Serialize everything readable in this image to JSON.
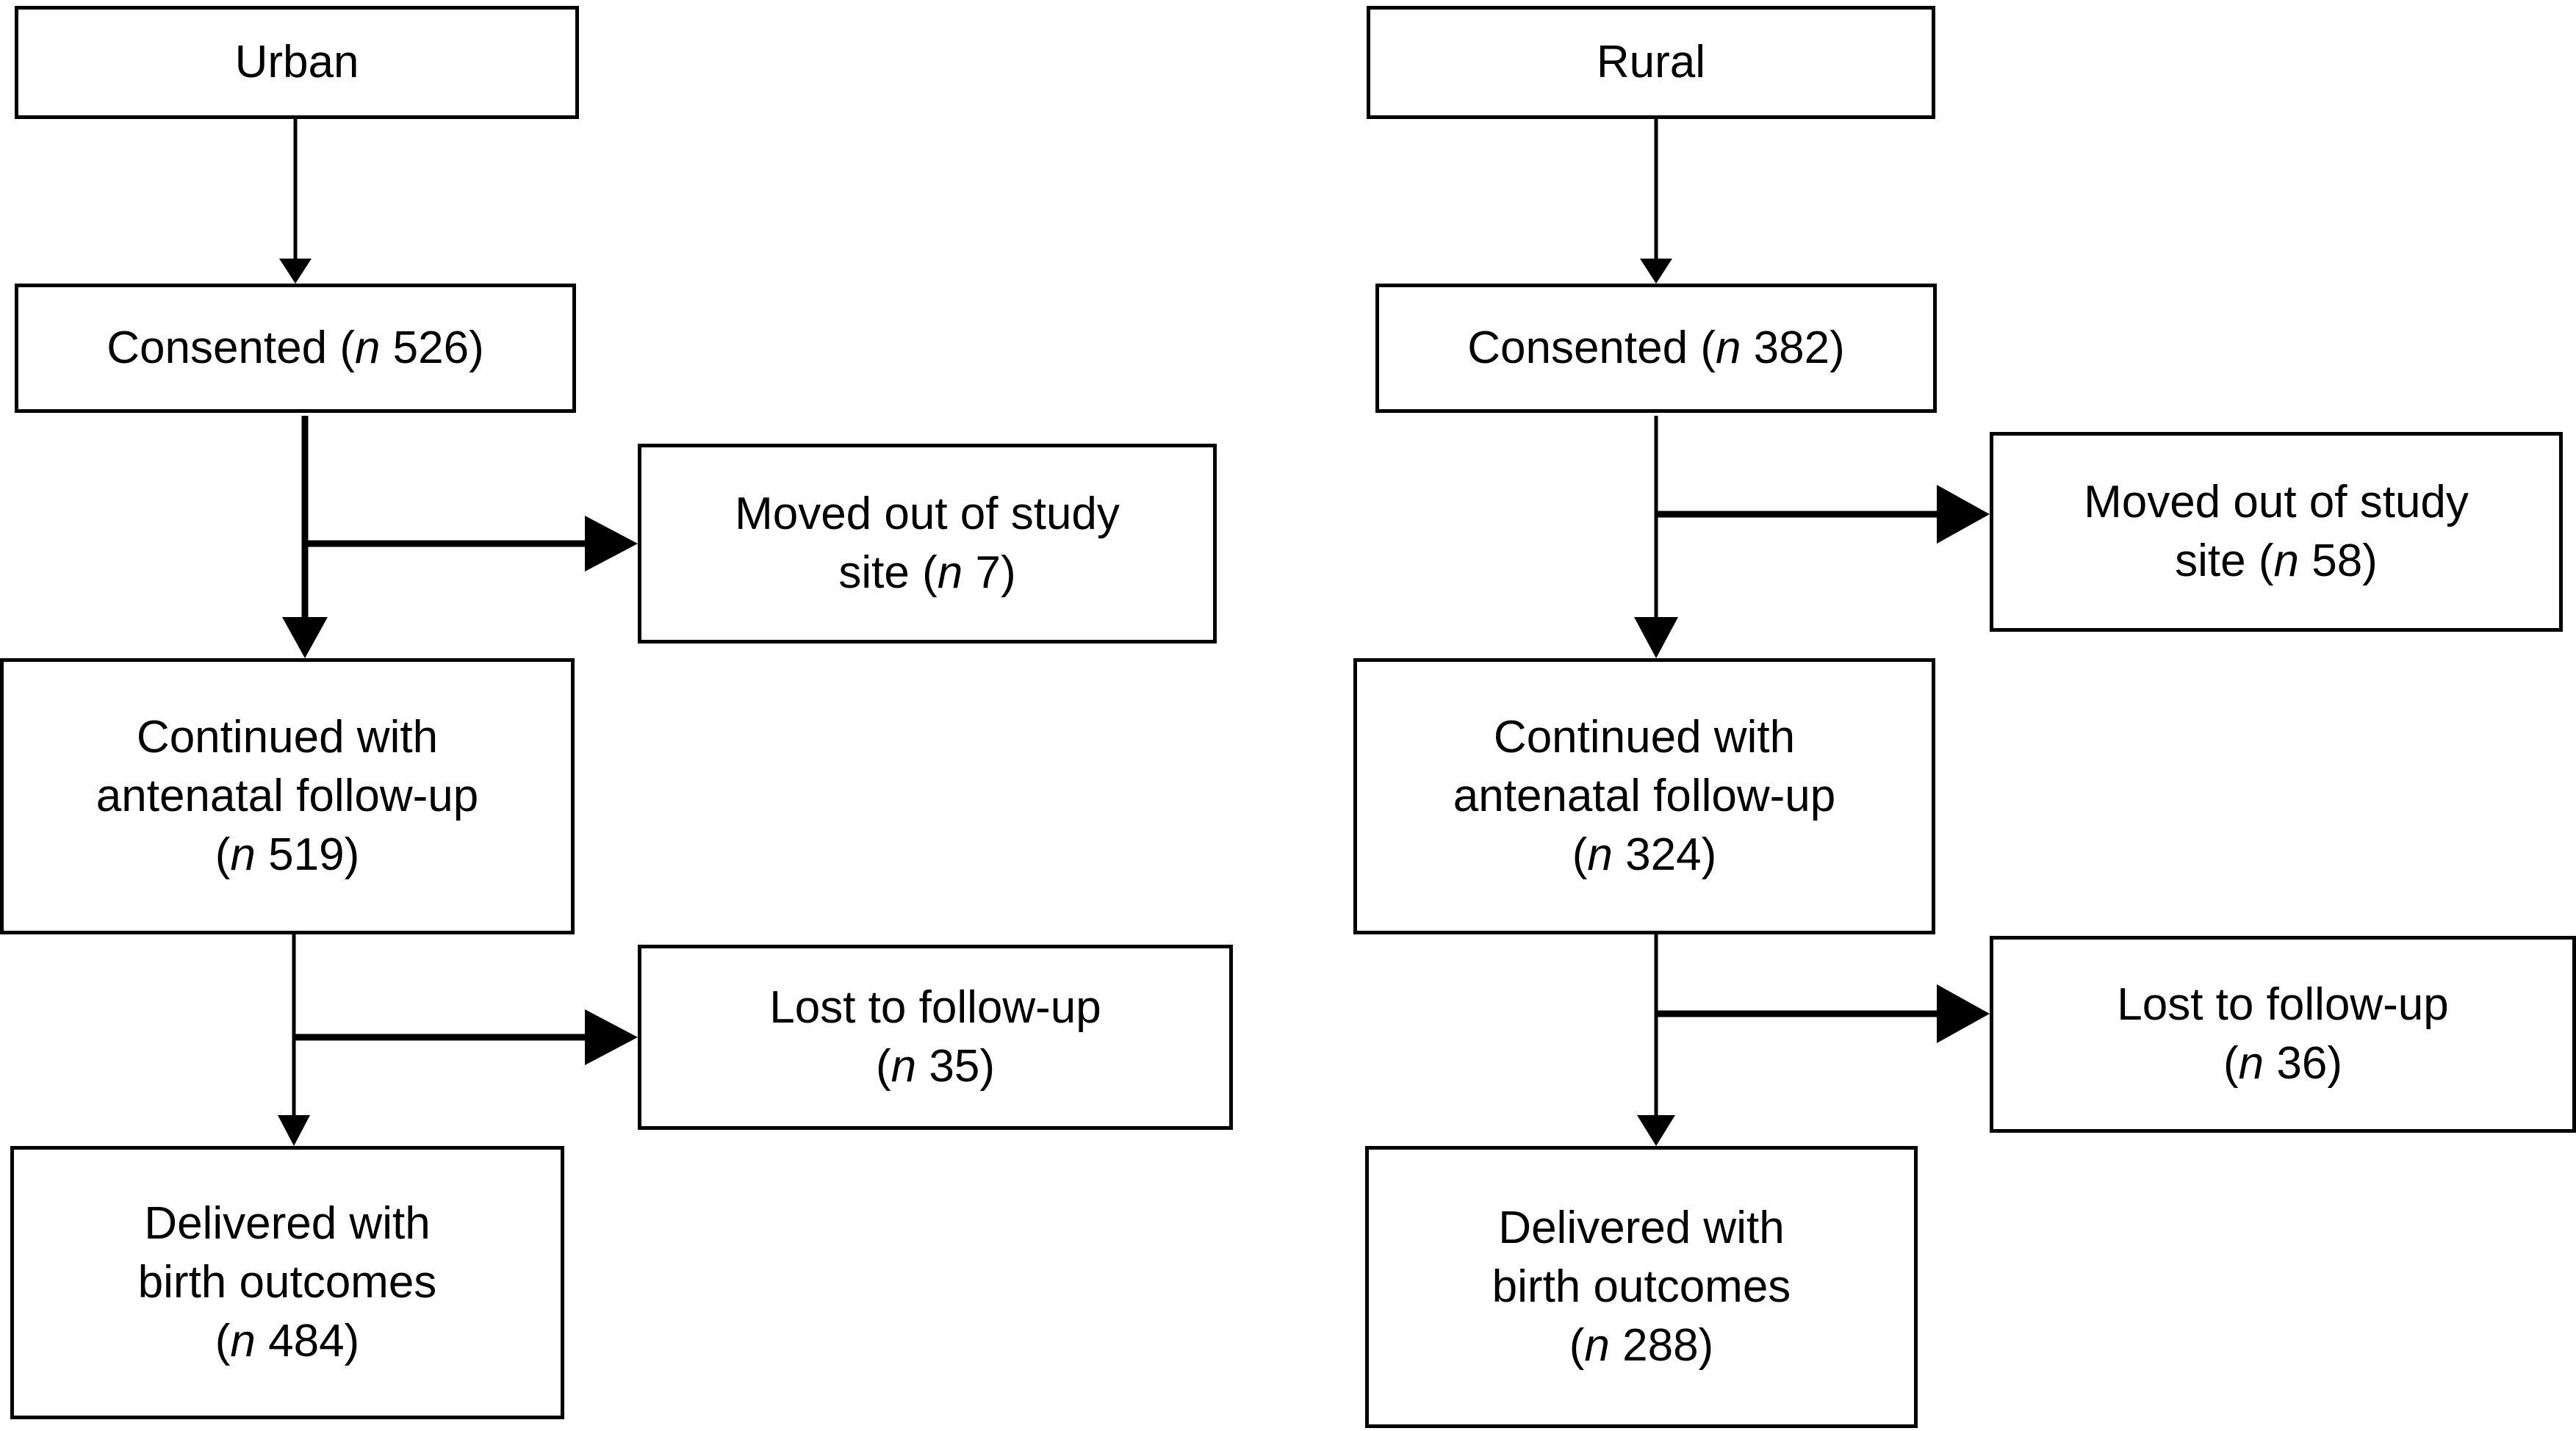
{
  "urban": {
    "header": "Urban",
    "consented": {
      "pre": "Consented (",
      "n": "n",
      "post": " 526)"
    },
    "moved": {
      "line1": "Moved out of study",
      "line2_pre": "site (",
      "n": "n",
      "line2_post": " 7)"
    },
    "continued": {
      "line1": "Continued with",
      "line2": "antenatal follow-up",
      "line3_pre": "(",
      "n": "n",
      "line3_post": " 519)"
    },
    "lost": {
      "line1": "Lost to follow-up",
      "line2_pre": "(",
      "n": "n",
      "line2_post": " 35)"
    },
    "delivered": {
      "line1": "Delivered with",
      "line2": "birth outcomes",
      "line3_pre": "(",
      "n": "n",
      "line3_post": " 484)"
    }
  },
  "rural": {
    "header": "Rural",
    "consented": {
      "pre": "Consented (",
      "n": "n",
      "post": " 382)"
    },
    "moved": {
      "line1": "Moved out of study",
      "line2_pre": "site (",
      "n": "n",
      "line2_post": " 58)"
    },
    "continued": {
      "line1": "Continued with",
      "line2": "antenatal follow-up",
      "line3_pre": "(",
      "n": "n",
      "line3_post": " 324)"
    },
    "lost": {
      "line1": "Lost to follow-up",
      "line2_pre": "(",
      "n": "n",
      "line2_post": " 36)"
    },
    "delivered": {
      "line1": "Delivered with",
      "line2": "birth outcomes",
      "line3_pre": "(",
      "n": "n",
      "line3_post": " 288)"
    }
  },
  "colors": {
    "stroke": "#000000",
    "background": "#ffffff"
  }
}
